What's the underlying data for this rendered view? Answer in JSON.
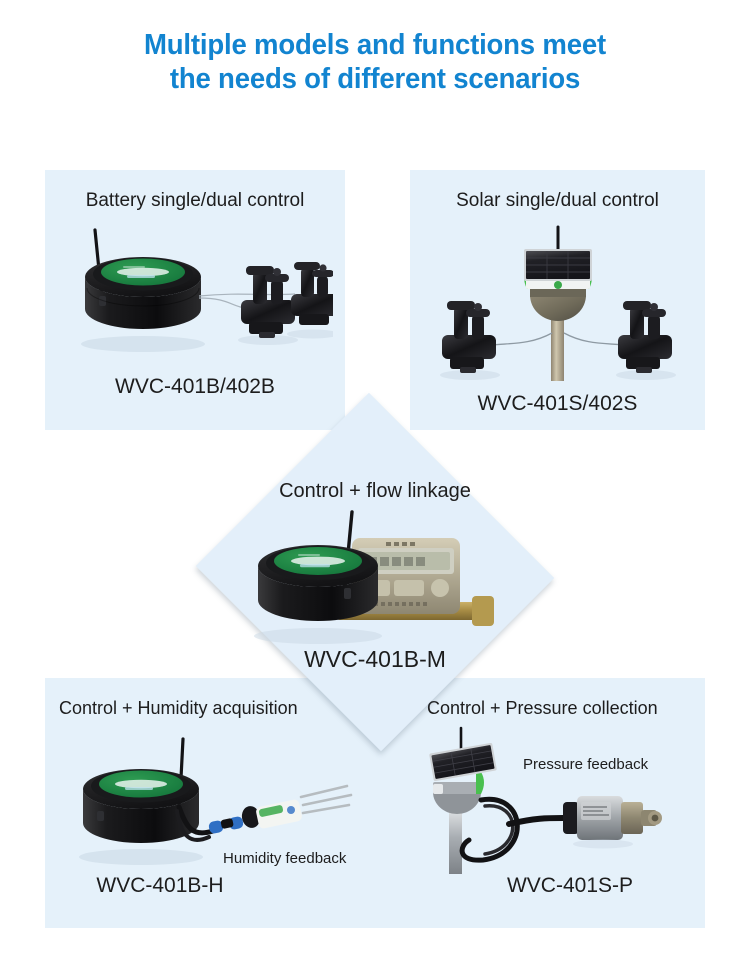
{
  "page": {
    "background": "#ffffff",
    "card_background": "#E5F1FA",
    "accent_color": "#1284D0",
    "text_color": "#1d1d1d"
  },
  "header": {
    "title_line1": "Multiple models and functions meet",
    "title_line2": "the needs of different scenarios"
  },
  "cards": [
    {
      "id": "battery-control",
      "title": "Battery single/dual control",
      "model": "WVC-401B/402B",
      "product_art": "black-cylinder-controller-with-two-valves"
    },
    {
      "id": "solar-control",
      "title": "Solar single/dual control",
      "model": "WVC-401S/402S",
      "product_art": "solar-panel-pole-with-two-valves"
    },
    {
      "id": "humidity-control",
      "title": "Control + Humidity acquisition",
      "model": "WVC-401B-H",
      "feedback_label": "Humidity feedback",
      "product_art": "black-cylinder-controller-with-soil-probe"
    },
    {
      "id": "pressure-control",
      "title": "Control + Pressure collection",
      "model": "WVC-401S-P",
      "feedback_label": "Pressure feedback",
      "product_art": "solar-pole-with-pressure-sensor"
    }
  ],
  "center": {
    "id": "flow-linkage",
    "title": "Control + flow linkage",
    "model": "WVC-401B-M",
    "product_art": "black-cylinder-controller-with-brass-water-meter",
    "shape": "diamond"
  }
}
